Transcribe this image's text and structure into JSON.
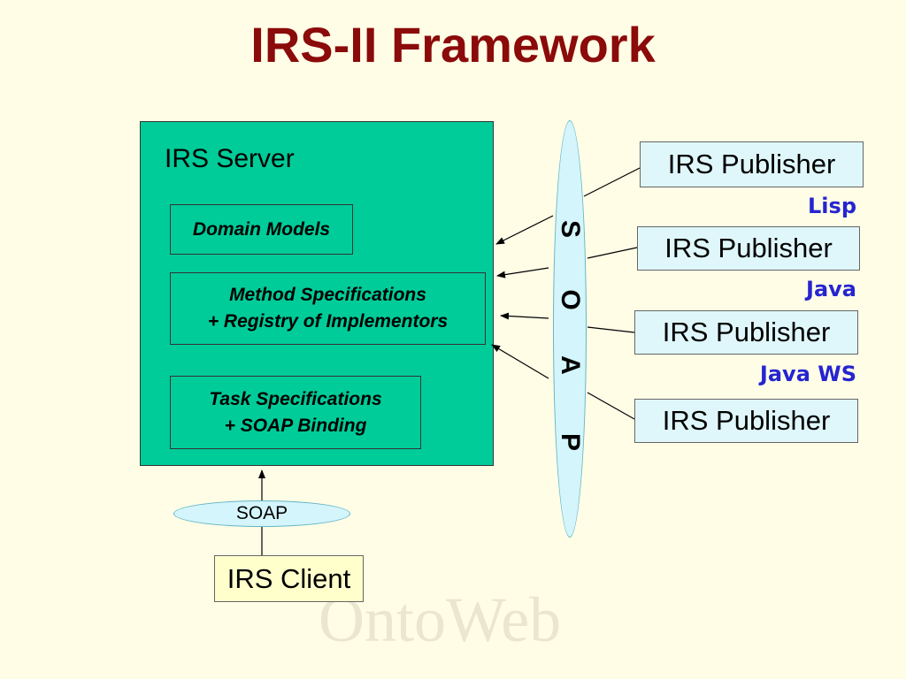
{
  "title": "IRS-II Framework",
  "watermark": "OntoWeb",
  "server": {
    "title": "IRS Server",
    "domain_models": "Domain Models",
    "method_specs": [
      "Method Specifications",
      "+ Registry of Implementors"
    ],
    "task_specs": [
      "Task Specifications",
      "+ SOAP Binding"
    ]
  },
  "soap_bar_letters": [
    "S",
    "O",
    "A",
    "P"
  ],
  "publishers": [
    {
      "label": "IRS Publisher",
      "lang": "Lisp"
    },
    {
      "label": "IRS Publisher",
      "lang": "Java"
    },
    {
      "label": "IRS Publisher",
      "lang": "Java WS"
    },
    {
      "label": "IRS Publisher",
      "lang": ""
    }
  ],
  "client": {
    "soap_label": "SOAP",
    "label": "IRS Client"
  },
  "colors": {
    "title": "#8b0a0a",
    "server_fill": "#00cc99",
    "soap_fill": "#d3f5fb",
    "publisher_fill": "#dff7fb",
    "lang_text": "#2525d0",
    "client_fill": "#ffffcc",
    "background": "#fffde6"
  }
}
